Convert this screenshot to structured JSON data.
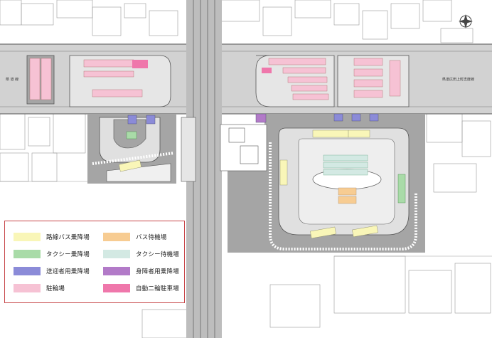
{
  "map": {
    "road_label_left": "県 道 線",
    "road_label_right": "県道広田上町志度線"
  },
  "legend": {
    "items": [
      {
        "label": "路線バス乗降場",
        "color": "#f9f6b8"
      },
      {
        "label": "バス待機場",
        "color": "#f7cc92"
      },
      {
        "label": "タクシー乗降場",
        "color": "#a9dba8"
      },
      {
        "label": "タクシー待機場",
        "color": "#d3e9e3"
      },
      {
        "label": "送迎者用乗降場",
        "color": "#8b8bd8"
      },
      {
        "label": "身障者用乗降場",
        "color": "#b27ac8"
      },
      {
        "label": "駐輪場",
        "color": "#f6c2d4"
      },
      {
        "label": "自動二輪駐車場",
        "color": "#ef77ab"
      }
    ]
  },
  "colors": {
    "road": "#d2d2d2",
    "plaza_dark": "#a5a5a5",
    "plaza_light": "#e0e0e0",
    "line": "#555555",
    "railway": "#bdbdbd"
  }
}
